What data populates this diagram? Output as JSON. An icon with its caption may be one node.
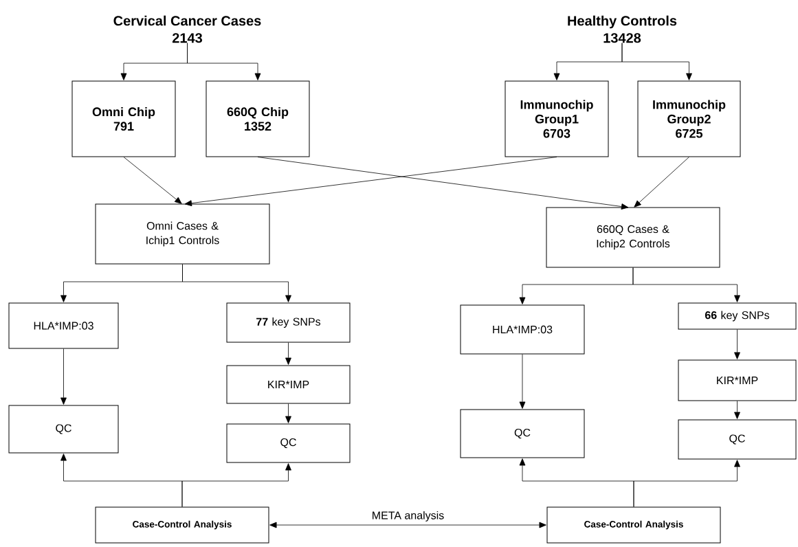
{
  "diagram": {
    "nodes": [
      {
        "text": [
          "Cervical Cancer Cases",
          "2143"
        ]
      },
      {
        "text": [
          "Healthy Controls",
          "13428"
        ]
      },
      {
        "text": [
          "Omni Chip",
          "791"
        ]
      },
      {
        "text": [
          "660Q Chip",
          "1352"
        ]
      },
      {
        "text": [
          "Immunochip",
          "Group1",
          "6703"
        ]
      },
      {
        "text": [
          "Immunochip",
          "Group2",
          "6725"
        ]
      },
      {
        "text": [
          "Omni Cases & Ichip1 Controls"
        ]
      },
      {
        "text": [
          "660Q Cases & Ichip2 Controls"
        ]
      },
      {
        "text": [
          "HLA*IMP:03"
        ]
      },
      {
        "text": [
          "**77** key SNPs"
        ]
      },
      {
        "text": [
          "KIR*IMP"
        ]
      },
      {
        "text": [
          "QC"
        ]
      },
      {
        "text": [
          "QC"
        ]
      },
      {
        "text": [
          "HLA*IMP:03"
        ]
      },
      {
        "text": [
          "**66** key SNPs"
        ]
      },
      {
        "text": [
          "KIR*IMP"
        ]
      },
      {
        "text": [
          "QC"
        ]
      },
      {
        "text": [
          "QC"
        ]
      },
      {
        "text": [
          "Case-Control Analysis"
        ]
      },
      {
        "text": [
          "Case-Control Analysis"
        ]
      }
    ],
    "edges": [
      {
        "from": 0,
        "to": 2,
        "arrow": "to"
      },
      {
        "from": 0,
        "to": 3,
        "arrow": "to"
      },
      {
        "from": 1,
        "to": 4,
        "arrow": "to"
      },
      {
        "from": 1,
        "to": 5,
        "arrow": "to"
      },
      {
        "from": 2,
        "to": 6,
        "arrow": "to"
      },
      {
        "from": 3,
        "to": 7,
        "arrow": "to"
      },
      {
        "from": 4,
        "to": 6,
        "arrow": "to"
      },
      {
        "from": 5,
        "to": 7,
        "arrow": "to"
      },
      {
        "from": 6,
        "to": 8,
        "arrow": "to"
      },
      {
        "from": 6,
        "to": 9,
        "arrow": "to"
      },
      {
        "from": 7,
        "to": 13,
        "arrow": "to"
      },
      {
        "from": 7,
        "to": 14,
        "arrow": "to"
      },
      {
        "from": 8,
        "to": 11,
        "arrow": "to"
      },
      {
        "from": 9,
        "to": 10,
        "arrow": "to"
      },
      {
        "from": 10,
        "to": 12,
        "arrow": "to"
      },
      {
        "from": 13,
        "to": 16,
        "arrow": "to"
      },
      {
        "from": 14,
        "to": 15,
        "arrow": "to"
      },
      {
        "from": 15,
        "to": 17,
        "arrow": "to"
      },
      {
        "from": 18,
        "to": 11,
        "arrow": "to"
      },
      {
        "from": 18,
        "to": 12,
        "arrow": "to"
      },
      {
        "from": 19,
        "to": 16,
        "arrow": "to"
      },
      {
        "from": 19,
        "to": 17,
        "arrow": "to"
      },
      {
        "from": 18,
        "to": 19,
        "arrow": "both",
        "label": "META analysis"
      }
    ]
  }
}
